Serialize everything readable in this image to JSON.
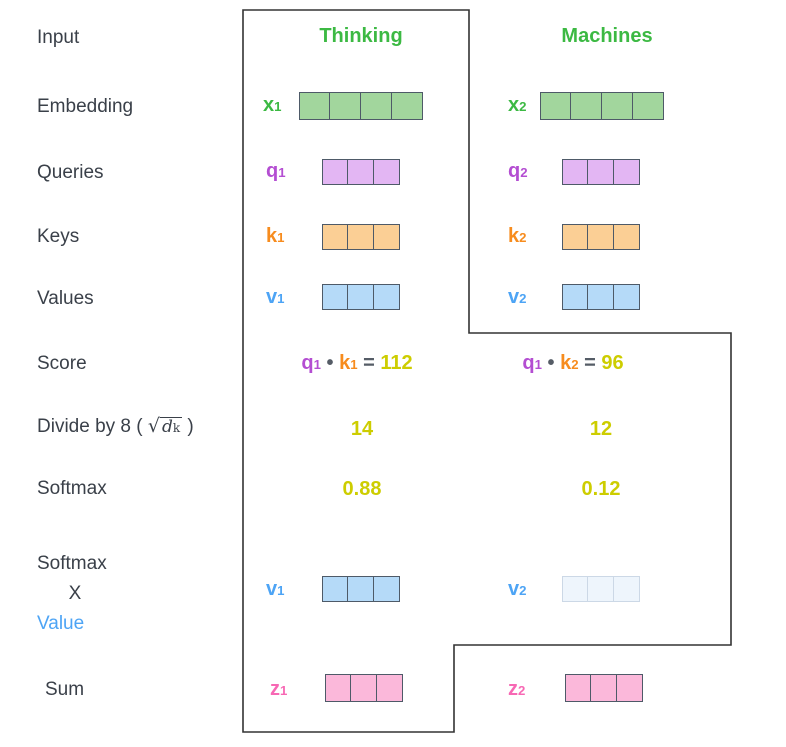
{
  "column_headers": {
    "thinking": "Thinking",
    "machines": "Machines"
  },
  "row_labels": {
    "input": "Input",
    "embedding": "Embedding",
    "queries": "Queries",
    "keys": "Keys",
    "values": "Values",
    "score": "Score",
    "divide_prefix": "Divide by 8 ( ",
    "divide_sqrt_symbol": "√",
    "divide_var": "d",
    "divide_var_sub": "k",
    "divide_suffix": " )",
    "softmax": "Softmax",
    "softmax_x_value": {
      "line1": "Softmax",
      "line2": "X",
      "line3": "Value"
    },
    "sum": "Sum"
  },
  "vectors": {
    "x1": {
      "letter": "x",
      "sub": "1"
    },
    "x2": {
      "letter": "x",
      "sub": "2"
    },
    "q1": {
      "letter": "q",
      "sub": "1"
    },
    "q2": {
      "letter": "q",
      "sub": "2"
    },
    "k1": {
      "letter": "k",
      "sub": "1"
    },
    "k2": {
      "letter": "k",
      "sub": "2"
    },
    "v1": {
      "letter": "v",
      "sub": "1"
    },
    "v2": {
      "letter": "v",
      "sub": "2"
    },
    "v1_weighted": {
      "letter": "v",
      "sub": "1"
    },
    "v2_weighted": {
      "letter": "v",
      "sub": "2"
    },
    "z1": {
      "letter": "z",
      "sub": "1"
    },
    "z2": {
      "letter": "z",
      "sub": "2"
    }
  },
  "computation": {
    "dot": "•",
    "equals": "=",
    "score1": {
      "q": "q",
      "q_sub": "1",
      "k": "k",
      "k_sub": "1",
      "value": "112"
    },
    "score2": {
      "q": "q",
      "q_sub": "1",
      "k": "k",
      "k_sub": "2",
      "value": "96"
    },
    "divide1": "14",
    "divide2": "12",
    "softmax1": "0.88",
    "softmax2": "0.12"
  },
  "colors": {
    "label_green": "#3cb943",
    "label_purple": "#b44ed2",
    "label_orange": "#f78c1e",
    "label_blue": "#4da4f5",
    "label_pink": "#f768b4",
    "value_olive": "#cdcd00",
    "text_dark": "#3a4049",
    "fill_green": "#a2d69d",
    "fill_purple": "#e3b6f3",
    "fill_orange": "#fbcf95",
    "fill_blue": "#b5daf8",
    "fill_pink": "#fbb8da",
    "fill_faded": "#eef5fc",
    "cell_border": "#4e5a68",
    "outline_border": "#333333"
  }
}
